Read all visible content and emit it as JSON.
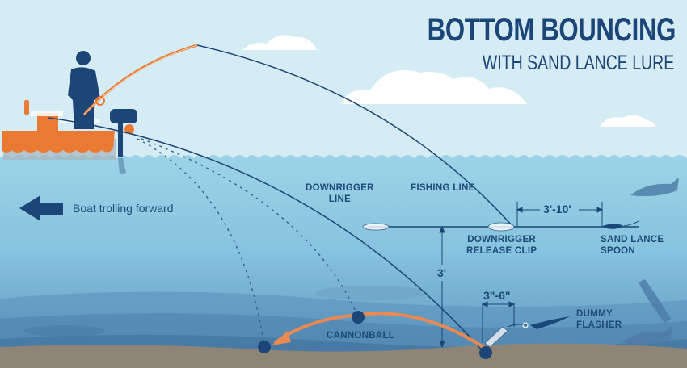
{
  "title": {
    "main": "BOTTOM BOUNCING",
    "subtitle": "WITH SAND LANCE LURE"
  },
  "direction": {
    "label": "Boat trolling forward",
    "icon": "arrow-left-icon"
  },
  "labels": {
    "downrigger_line": [
      "DOWNRIGGER",
      "LINE"
    ],
    "fishing_line": "FISHING LINE",
    "release_clip": [
      "DOWNRIGGER",
      "RELEASE CLIP"
    ],
    "sand_lance_spoon": [
      "SAND LANCE",
      "SPOON"
    ],
    "dummy_flasher": [
      "DUMMY",
      "FLASHER"
    ],
    "cannonball": "CANNONBALL"
  },
  "dimensions": {
    "leader_length": "3'-10'",
    "height_above_bottom": "3'",
    "flasher_offset": "3\"-6\""
  },
  "colors": {
    "sky": "#d6ecf4",
    "water": "#8fcbe2",
    "deep_water": "#4f86b0",
    "seabed": "#8f8577",
    "navy": "#1c4677",
    "boat_orange": "#ea7a33",
    "cloud": "#ffffff"
  }
}
